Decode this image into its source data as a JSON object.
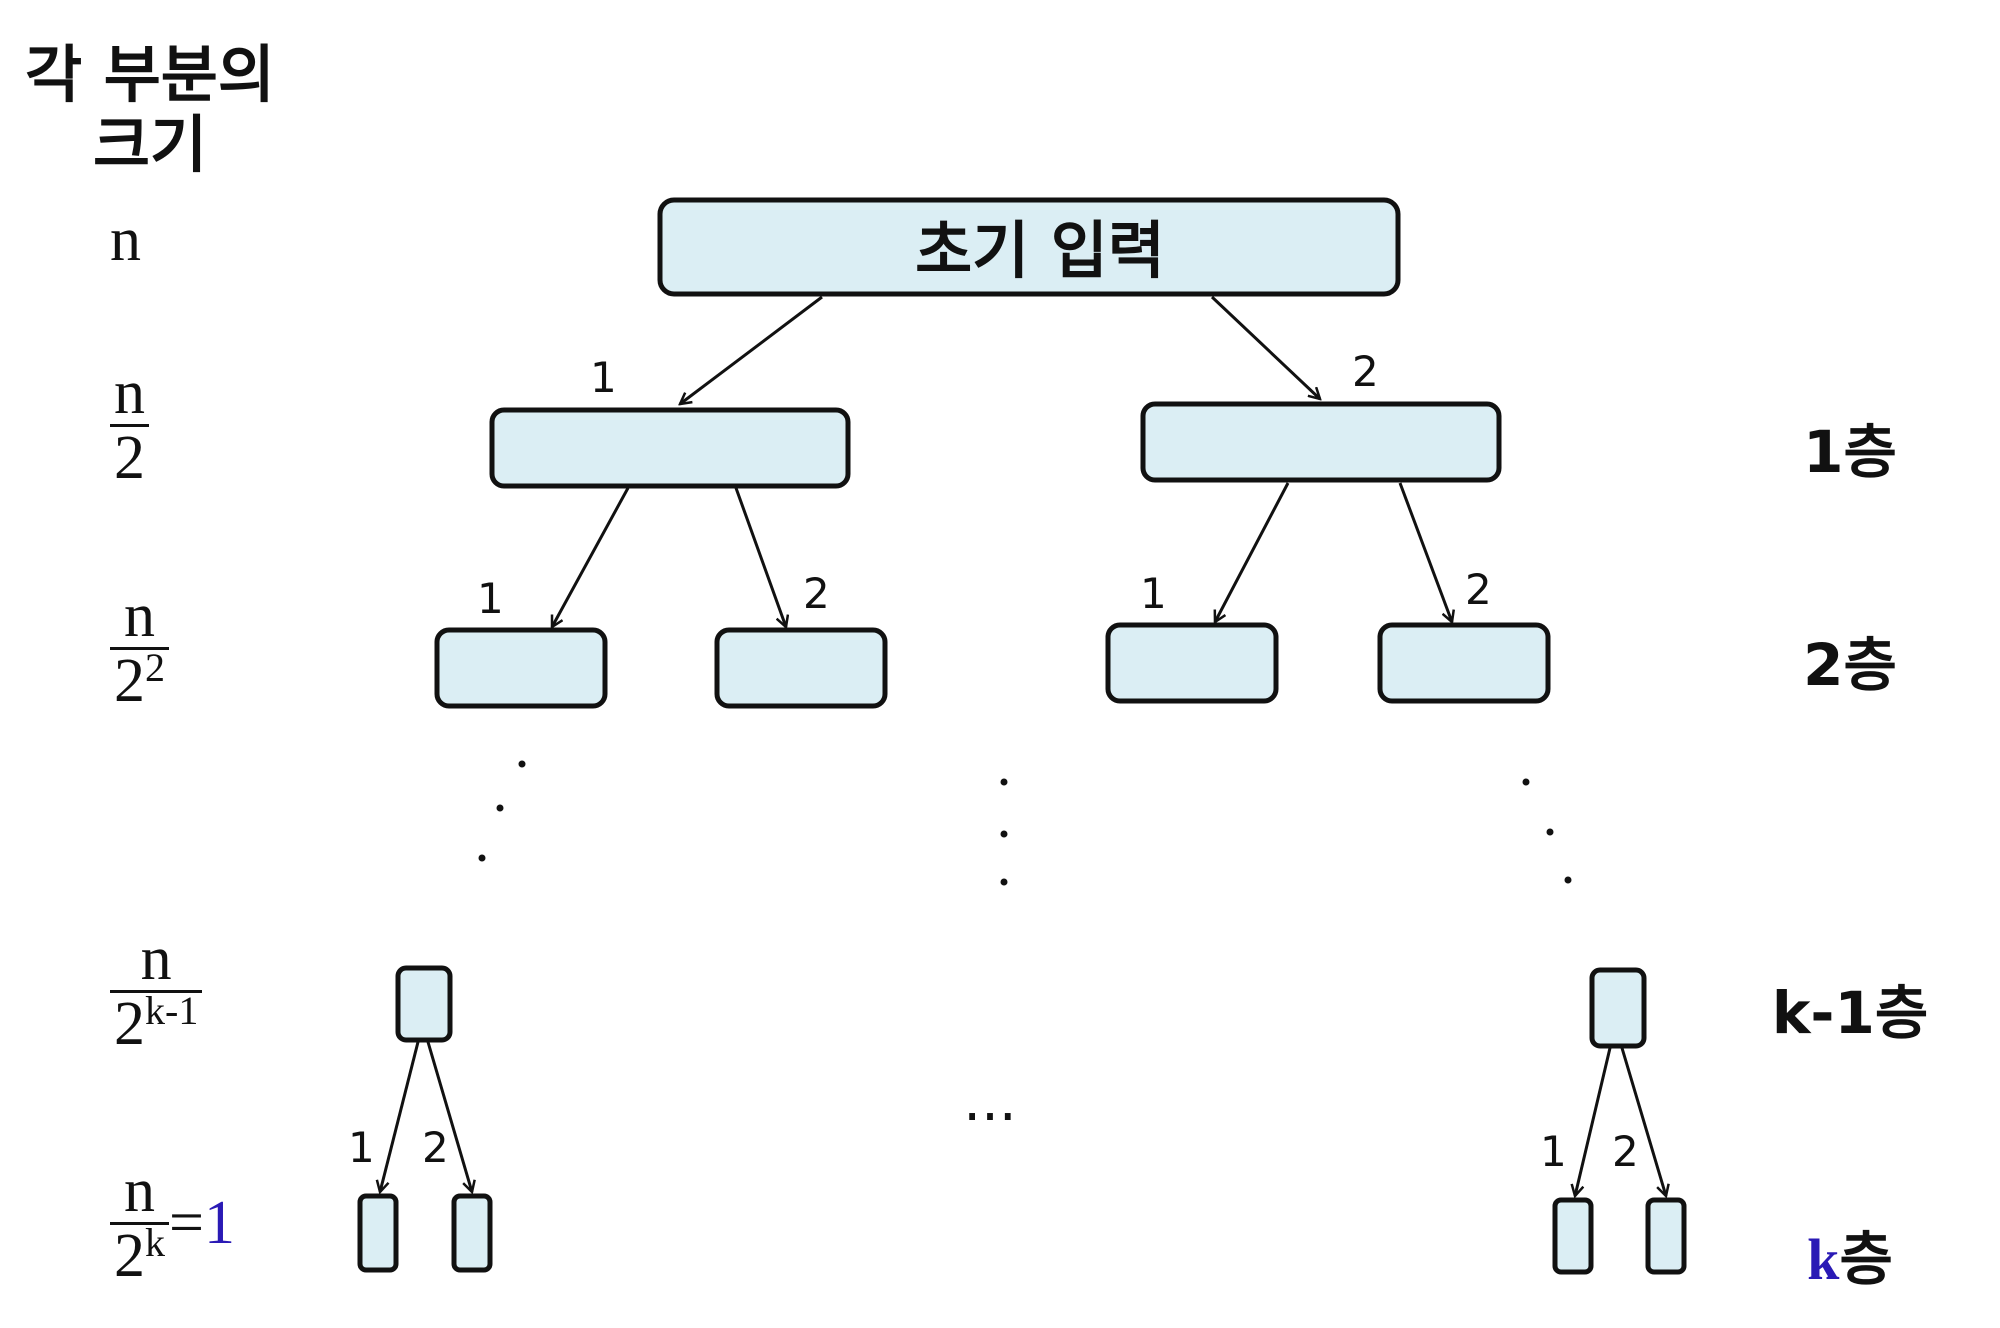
{
  "heading": "각 부분의\n크기",
  "root_label": "초기 입력",
  "sizes": {
    "n": "n",
    "two": "2",
    "two_sq": "2",
    "sq": "2",
    "k_minus_1": "k-1",
    "k": "k",
    "eq": "=",
    "one": "1"
  },
  "layers": {
    "l1": "1층",
    "l2": "2층",
    "lk1": "k-1층",
    "lk_k": "k",
    "lk_suffix": "층"
  },
  "edge_labels": {
    "one": "1",
    "two": "2"
  },
  "ellipsis": "..."
}
